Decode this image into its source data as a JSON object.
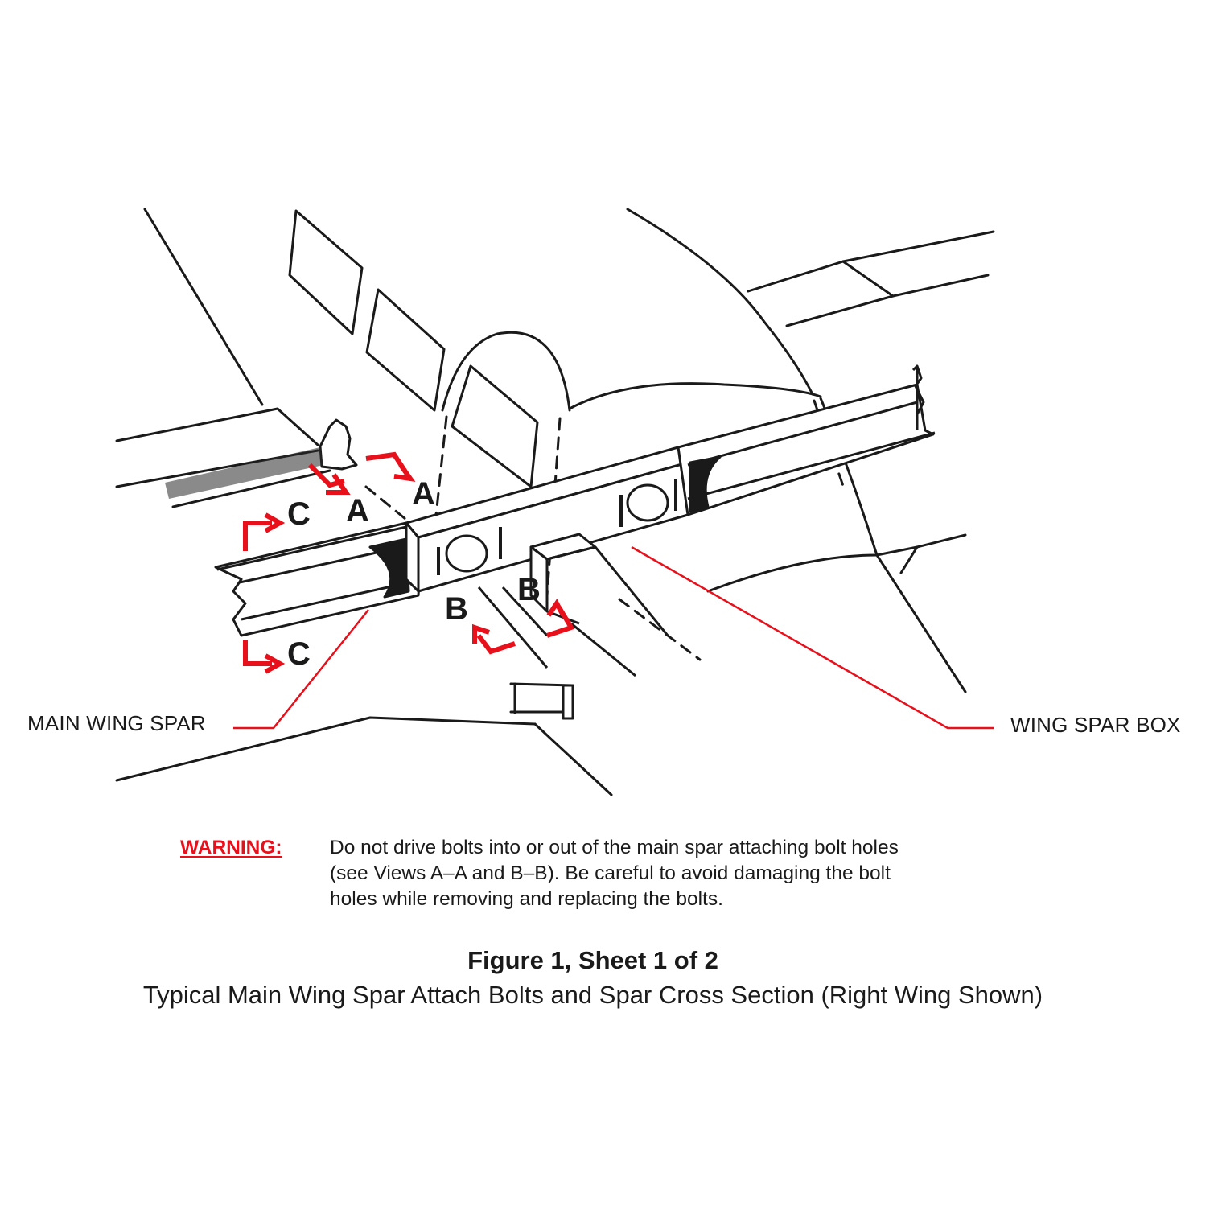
{
  "diagram": {
    "section_labels": {
      "a_left": "A",
      "a_right": "A",
      "b_left": "B",
      "b_right": "B",
      "c_top": "C",
      "c_bottom": "C"
    },
    "callouts": {
      "main_wing_spar": "MAIN WING SPAR",
      "wing_spar_box": "WING SPAR BOX"
    },
    "colors": {
      "line": "#1a1a1a",
      "accent_red": "#e8101a"
    }
  },
  "warning": {
    "label": "WARNING:",
    "lines": [
      "Do not drive bolts into or out of the main spar attaching bolt holes",
      "(see Views A–A and B–B). Be careful to avoid damaging the bolt",
      "holes while removing and replacing the bolts."
    ]
  },
  "caption": {
    "title": "Figure 1, Sheet 1 of 2",
    "subtitle": "Typical Main Wing Spar Attach Bolts and Spar Cross Section (Right Wing Shown)"
  }
}
